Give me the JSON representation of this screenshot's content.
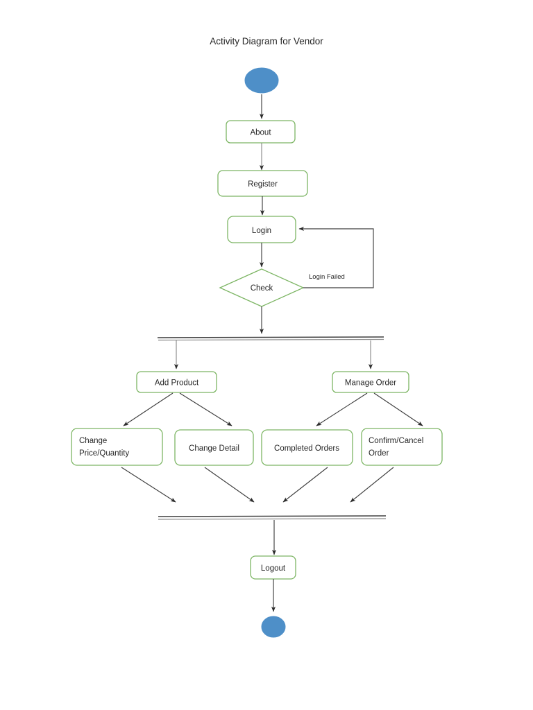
{
  "diagram": {
    "title": "Activity Diagram for Vendor",
    "type": "uml-activity-diagram",
    "colors": {
      "node_border": "#7cb563",
      "node_fill": "#ffffff",
      "terminal_fill": "#4e8fc8",
      "edge": "#3f3f3f",
      "text": "#262626",
      "background": "#ffffff"
    },
    "nodes": {
      "start": {
        "label": "",
        "kind": "initial-node"
      },
      "about": {
        "label": "About",
        "kind": "action"
      },
      "register": {
        "label": "Register",
        "kind": "action"
      },
      "login": {
        "label": "Login",
        "kind": "action"
      },
      "check": {
        "label": "Check",
        "kind": "decision"
      },
      "fork": {
        "label": "",
        "kind": "fork-bar"
      },
      "add_product": {
        "label": "Add Product",
        "kind": "action"
      },
      "manage_order": {
        "label": "Manage Order",
        "kind": "action"
      },
      "change_price_quantity": {
        "label": "Change Price/Quantity",
        "line1": "Change",
        "line2": "Price/Quantity",
        "kind": "action"
      },
      "change_detail": {
        "label": "Change Detail",
        "kind": "action"
      },
      "completed_orders": {
        "label": "Completed Orders",
        "kind": "action"
      },
      "confirm_cancel_order": {
        "label": "Confirm/Cancel Order",
        "line1": "Confirm/Cancel",
        "line2": "Order",
        "kind": "action"
      },
      "join": {
        "label": "",
        "kind": "join-bar"
      },
      "logout": {
        "label": "Logout",
        "kind": "action"
      },
      "end": {
        "label": "",
        "kind": "final-node"
      }
    },
    "edges": [
      {
        "from": "start",
        "to": "about",
        "label": ""
      },
      {
        "from": "about",
        "to": "register",
        "label": ""
      },
      {
        "from": "register",
        "to": "login",
        "label": ""
      },
      {
        "from": "login",
        "to": "check",
        "label": ""
      },
      {
        "from": "check",
        "to": "login",
        "label": "Login Failed"
      },
      {
        "from": "check",
        "to": "fork",
        "label": ""
      },
      {
        "from": "fork",
        "to": "add_product",
        "label": ""
      },
      {
        "from": "fork",
        "to": "manage_order",
        "label": ""
      },
      {
        "from": "add_product",
        "to": "change_price_quantity",
        "label": ""
      },
      {
        "from": "add_product",
        "to": "change_detail",
        "label": ""
      },
      {
        "from": "manage_order",
        "to": "completed_orders",
        "label": ""
      },
      {
        "from": "manage_order",
        "to": "confirm_cancel_order",
        "label": ""
      },
      {
        "from": "change_price_quantity",
        "to": "join",
        "label": ""
      },
      {
        "from": "change_detail",
        "to": "join",
        "label": ""
      },
      {
        "from": "completed_orders",
        "to": "join",
        "label": ""
      },
      {
        "from": "confirm_cancel_order",
        "to": "join",
        "label": ""
      },
      {
        "from": "join",
        "to": "logout",
        "label": ""
      },
      {
        "from": "logout",
        "to": "end",
        "label": ""
      }
    ],
    "edge_labels": {
      "login_failed": "Login Failed"
    }
  }
}
